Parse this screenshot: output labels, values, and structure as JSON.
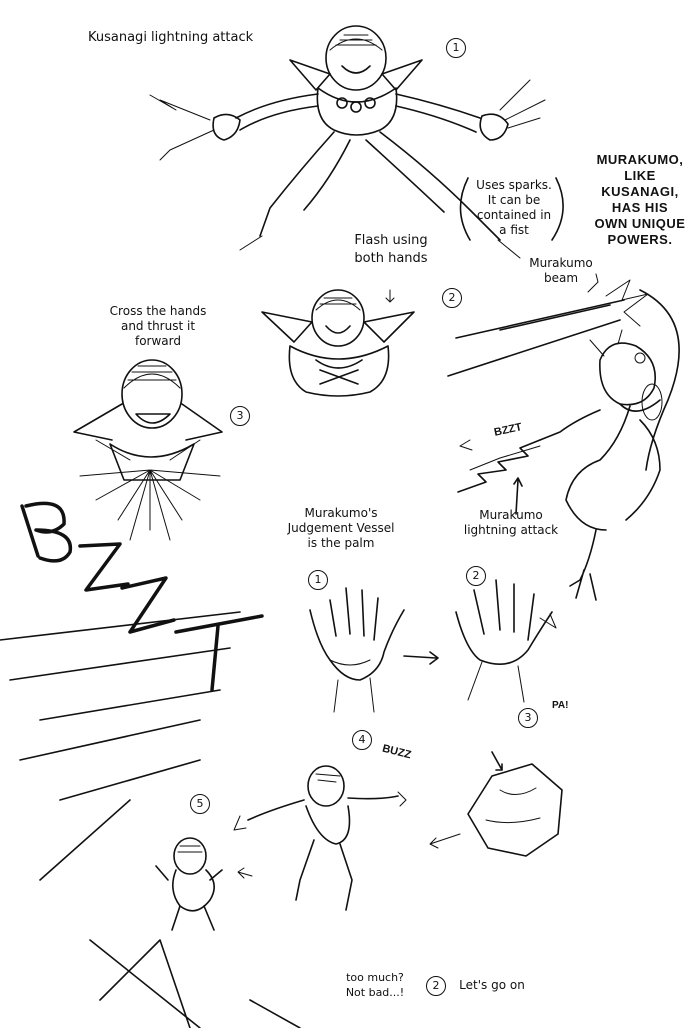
{
  "notes": {
    "title": "Kusanagi lightning attack",
    "sparks": [
      "Uses sparks.",
      "It can be",
      "contained in",
      "a fist"
    ],
    "murakumo_powers": [
      "MURAKUMO,",
      "LIKE",
      "KUSANAGI,",
      "HAS HIS",
      "OWN UNIQUE",
      "POWERS."
    ],
    "flash": [
      "Flash using",
      "both hands"
    ],
    "beam": [
      "Murakumo",
      "beam"
    ],
    "cross": [
      "Cross the hands",
      "and thrust it",
      "forward"
    ],
    "vessel": [
      "Murakumo's",
      "Judgement Vessel",
      "is the palm"
    ],
    "lightning": [
      "Murakumo",
      "lightning attack"
    ],
    "too_much": [
      "too much?",
      "Not bad...!"
    ],
    "lets_go": "Let's go on"
  },
  "sfx": {
    "bzzt_small": "BZZT",
    "buzz": "BUZZ",
    "pa": "PA!",
    "bzzt_big": "BZZT"
  },
  "step_numbers": {
    "n1_top": "1",
    "n2_flash": "2",
    "n3_cross": "3",
    "n1_hand": "1",
    "n2_hand": "2",
    "n3_fist": "3",
    "n4_jump": "4",
    "n5_pose": "5",
    "n2_bottom": "2"
  }
}
